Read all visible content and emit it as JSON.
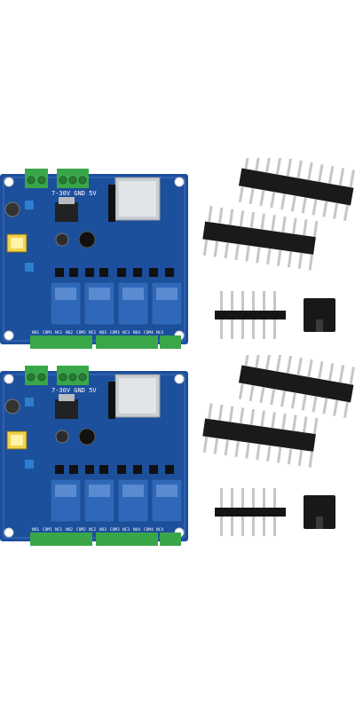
{
  "product": {
    "board": {
      "power_label": "7-30V GND 5V",
      "terminal_labels": [
        "NO1",
        "COM1",
        "NC1",
        "NO2",
        "COM2",
        "NC2",
        "NO3",
        "COM3",
        "NC3",
        "NO4",
        "COM4",
        "NC4"
      ],
      "relay_count": 4,
      "colors": {
        "pcb": "#1c4f9c",
        "pcb_dark": "#16407f",
        "terminal": "#3aa64a",
        "relay": "#2f68b8",
        "module": "#c8cdd2"
      }
    },
    "accessories": {
      "long_header_pins": 11,
      "short_header_pins": 6,
      "jumper_icon": "jumper-cap"
    }
  }
}
